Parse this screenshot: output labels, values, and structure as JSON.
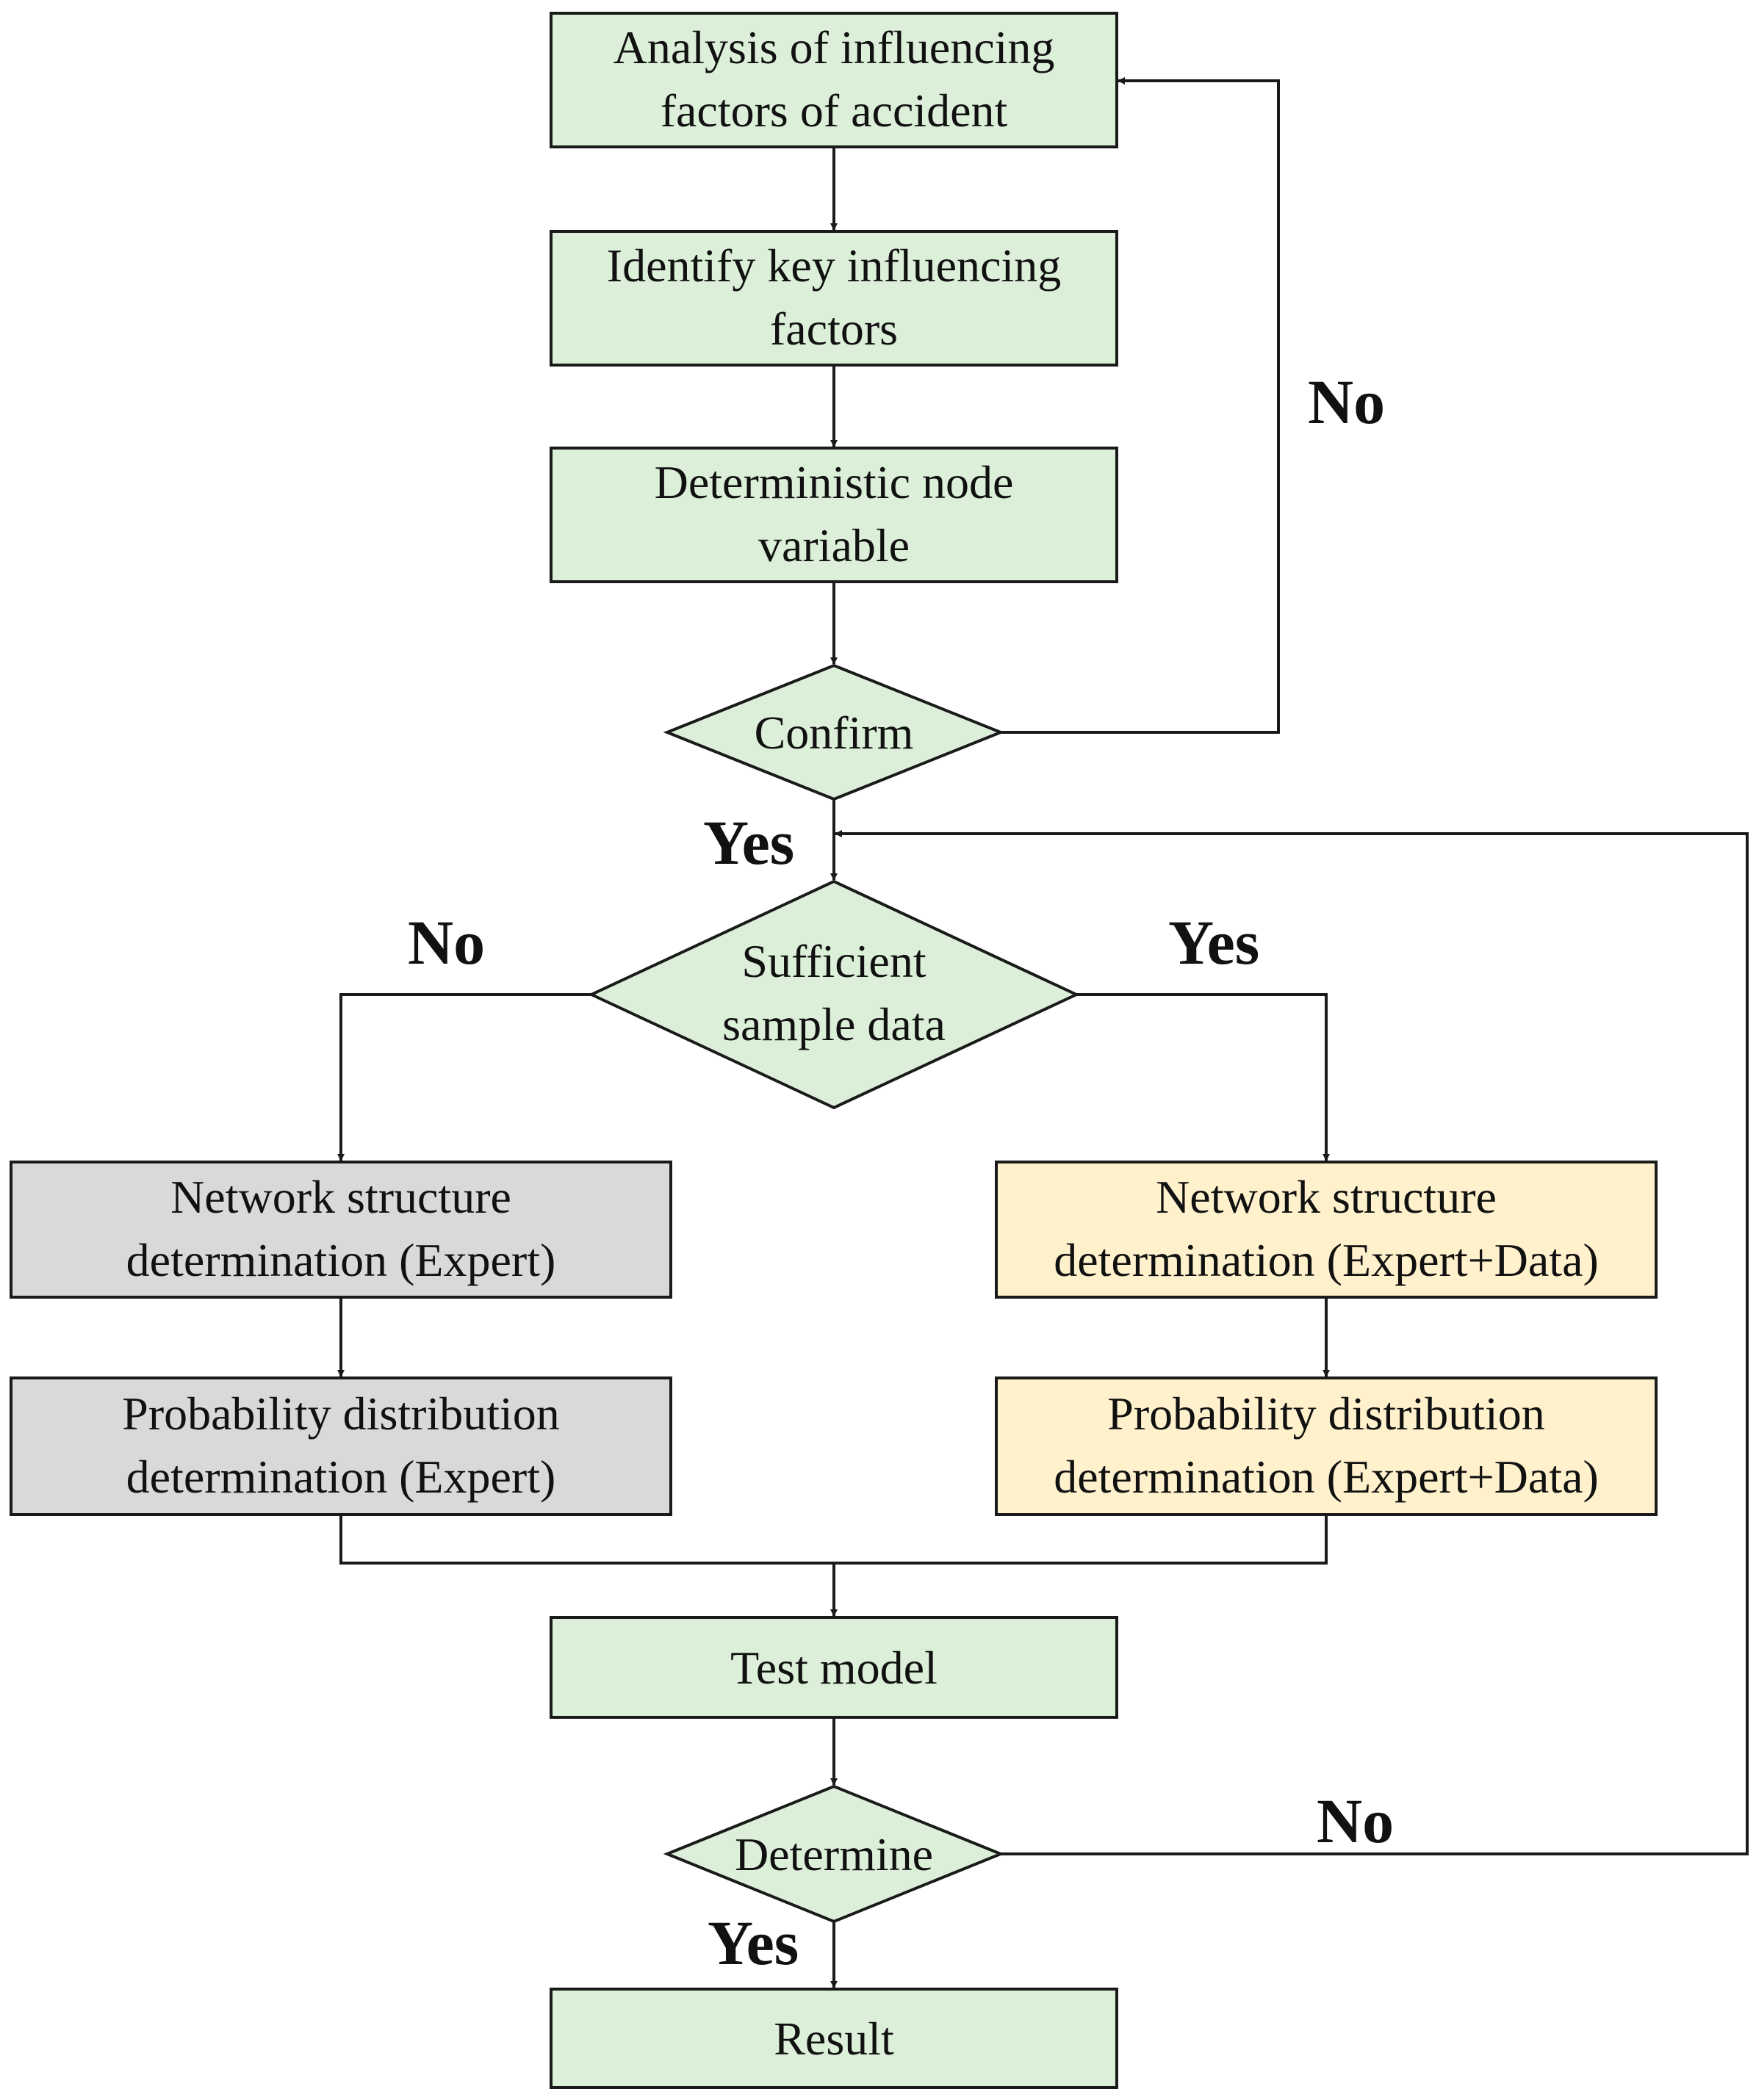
{
  "nodes": {
    "analysis": {
      "line1": "Analysis of influencing",
      "line2": "factors of accident"
    },
    "identify": {
      "line1": "Identify key influencing",
      "line2": "factors"
    },
    "deterministic": {
      "line1": "Deterministic node",
      "line2": "variable"
    },
    "confirm": {
      "label": "Confirm"
    },
    "sufficient": {
      "line1": "Sufficient",
      "line2": "sample data"
    },
    "net_expert": {
      "line1": "Network structure",
      "line2": "determination (Expert)"
    },
    "prob_expert": {
      "line1": "Probability distribution",
      "line2": "determination (Expert)"
    },
    "net_data": {
      "line1": "Network structure",
      "line2": "determination (Expert+Data)"
    },
    "prob_data": {
      "line1": "Probability distribution",
      "line2": "determination (Expert+Data)"
    },
    "test": {
      "label": "Test model"
    },
    "determine": {
      "label": "Determine"
    },
    "result": {
      "label": "Result"
    }
  },
  "edge_labels": {
    "confirm_no": "No",
    "confirm_yes": "Yes",
    "sufficient_no": "No",
    "sufficient_yes": "Yes",
    "determine_no": "No",
    "determine_yes": "Yes"
  },
  "colors": {
    "main_fill": "#dcefd9",
    "expert_fill": "#d9d9d9",
    "data_fill": "#fff1cc",
    "stroke": "#1a1a1a"
  }
}
